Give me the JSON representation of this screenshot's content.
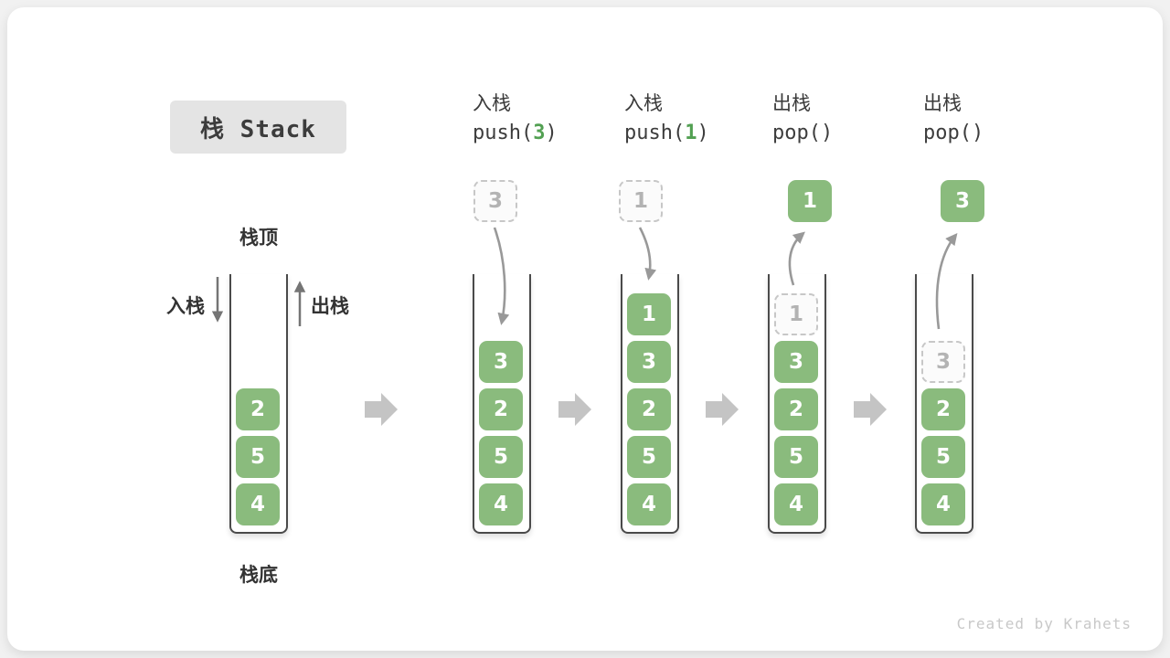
{
  "title": {
    "text": "栈 Stack"
  },
  "labels": {
    "stack_top": "栈顶",
    "stack_bottom": "栈底",
    "push_direction": "入栈",
    "pop_direction": "出栈"
  },
  "operations": [
    {
      "label": "入栈",
      "prefix": "push(",
      "arg": "3",
      "suffix": ")"
    },
    {
      "label": "入栈",
      "prefix": "push(",
      "arg": "1",
      "suffix": ")"
    },
    {
      "label": "出栈",
      "prefix": "pop(",
      "arg": "",
      "suffix": ")"
    },
    {
      "label": "出栈",
      "prefix": "pop(",
      "arg": "",
      "suffix": ")"
    }
  ],
  "stacks": [
    {
      "cells": [
        "2",
        "5",
        "4"
      ]
    },
    {
      "incoming": "3",
      "cells": [
        "3",
        "2",
        "5",
        "4"
      ]
    },
    {
      "incoming": "1",
      "cells": [
        "1",
        "3",
        "2",
        "5",
        "4"
      ]
    },
    {
      "outgoing": "1",
      "ghost": "1",
      "cells": [
        "3",
        "2",
        "5",
        "4"
      ]
    },
    {
      "outgoing": "3",
      "ghost": "3",
      "cells": [
        "2",
        "5",
        "4"
      ]
    }
  ],
  "colors": {
    "cell_green": "#8abb7d",
    "arg_green": "#52a052",
    "curve_arrow_gray": "#999999",
    "direction_arrow_gray": "#757575",
    "flow_arrow_gray": "#c4c4c4",
    "container_border": "#4a4a4a",
    "badge_bg": "#e4e4e4"
  },
  "footer": {
    "credit": "Created by Krahets"
  }
}
